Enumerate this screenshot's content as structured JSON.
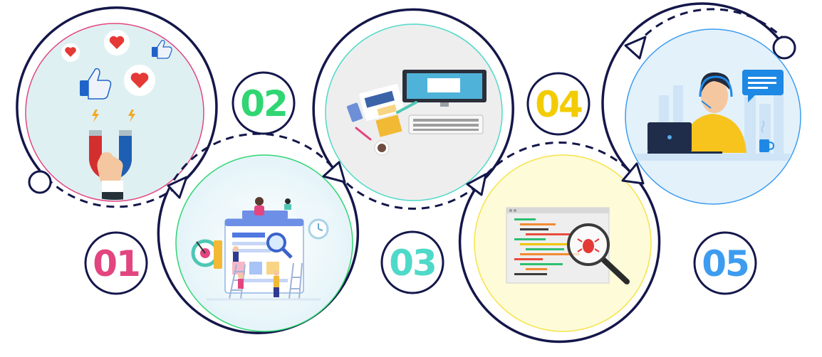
{
  "steps": [
    {
      "number": "01",
      "color": "#e2457f",
      "illustration": "magnet-attracting-likes-and-hearts"
    },
    {
      "number": "02",
      "color": "#2fd672",
      "illustration": "team-building-web-page"
    },
    {
      "number": "03",
      "color": "#4fd9c8",
      "illustration": "desk-with-computer-and-documents"
    },
    {
      "number": "04",
      "color": "#f2cc00",
      "illustration": "code-review-magnifier-bug"
    },
    {
      "number": "05",
      "color": "#3d9cf0",
      "illustration": "support-agent-with-headset"
    }
  ],
  "colors": {
    "outline": "#14174a",
    "ring_01": "#e2457f",
    "ring_02": "#2fd672",
    "ring_03": "#4fd9c8",
    "ring_04": "#f7e34a",
    "ring_05": "#3d9cf0"
  }
}
